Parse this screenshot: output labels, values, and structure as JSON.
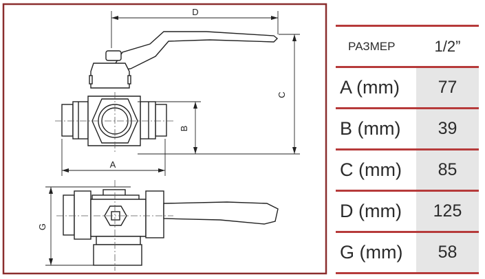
{
  "dimension_labels": {
    "a": "A",
    "b": "B",
    "c": "C",
    "d": "D",
    "g": "G"
  },
  "table": {
    "header_label": "РАЗМЕР",
    "header_value": "1/2”",
    "rows": [
      {
        "label": "A (mm)",
        "value": "77"
      },
      {
        "label": "B (mm)",
        "value": "39"
      },
      {
        "label": "C (mm)",
        "value": "85"
      },
      {
        "label": "D (mm)",
        "value": "125"
      },
      {
        "label": "G (mm)",
        "value": "58"
      }
    ]
  },
  "colors": {
    "frame": "#8a2d2d",
    "separator": "#b63a3a",
    "value_cell_bg": "#e6e6e6"
  }
}
